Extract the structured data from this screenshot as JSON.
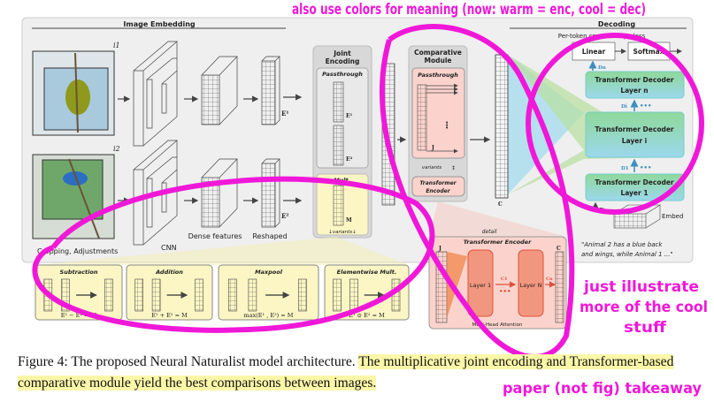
{
  "figure": {
    "image_embedding": {
      "title": "Image Embedding",
      "input1_label": "i1",
      "input2_label": "i2",
      "cropping_label": "Cropping, Adjustments",
      "cnn_label": "CNN",
      "dense_label": "Dense features",
      "reshaped_label": "Reshaped",
      "e1": "E¹",
      "e2": "E²"
    },
    "joint_encoding": {
      "title_line1": "Joint",
      "title_line2": "Encoding",
      "passthrough": "Passthrough",
      "mult": "Mult.",
      "m": "M",
      "variants": "↓variants↓"
    },
    "comparative_module": {
      "title_line1": "Comparative",
      "title_line2": "Module",
      "passthrough": "Passthrough",
      "j": "J",
      "variants": "variants",
      "encoder_line1": "Transformer",
      "encoder_line2": "Encoder",
      "detail": "detail",
      "c": "C"
    },
    "attention_label_line1": "Multi-Head",
    "attention_label_line2": "Attention",
    "decoding": {
      "title": "Decoding",
      "loss": "Per-token cross-entropy loss",
      "linear": "Linear",
      "softmax": "Softmax",
      "layer_n_line1": "Transformer Decoder",
      "layer_n_line2": "Layer n",
      "layer_i_line1": "Transformer Decoder",
      "layer_i_line2": "Layer i",
      "layer_1_line1": "Transformer Decoder",
      "layer_1_line2": "Layer 1",
      "dn": "Dn",
      "di": "Di",
      "d1": "D1",
      "x": "X",
      "embed": "Embed",
      "quote_line1": "\"Animal 2 has a blue back",
      "quote_line2": "and wings, while Animal 1 ...\""
    },
    "variants": [
      {
        "title": "Subtraction",
        "formula": "E¹  −  E²   =   M"
      },
      {
        "title": "Addition",
        "formula": "E¹  +  E²   =   M"
      },
      {
        "title": "Maxpool",
        "formula": "max(E¹ , E²)  =   M"
      },
      {
        "title": "Elementwise Mult.",
        "formula": "E¹  ⊙  E²   =   M"
      }
    ],
    "encoder_detail": {
      "title": "Transformer Encoder",
      "j": "J",
      "layer1": "Layer 1",
      "layerN": "Layer N",
      "c1": "C1",
      "cn": "Cn",
      "c": "C",
      "mha": "Multi-Head Attention"
    }
  },
  "caption": {
    "plain": "Figure 4: The proposed Neural Naturalist model architecture. ",
    "highlighted": "The multiplicative joint encoding and Transformer-based comparative module yield the best comparisons between images."
  },
  "annotations": {
    "top": "also use colors for meaning (now: warm = enc, cool = dec)",
    "right_line1": "just illustrate",
    "right_line2": "more of the cool",
    "right_line3": "stuff",
    "bottom": "paper (not fig) takeaway"
  },
  "colors": {
    "annotation": "#f018d8",
    "highlight": "#fbf7a8",
    "panel": "#efefef",
    "encoder": "#fbd3cc",
    "joint_mult": "#fbf6c4",
    "decoder_top": "#8fd99a",
    "decoder_bottom": "#9bd8ec"
  }
}
